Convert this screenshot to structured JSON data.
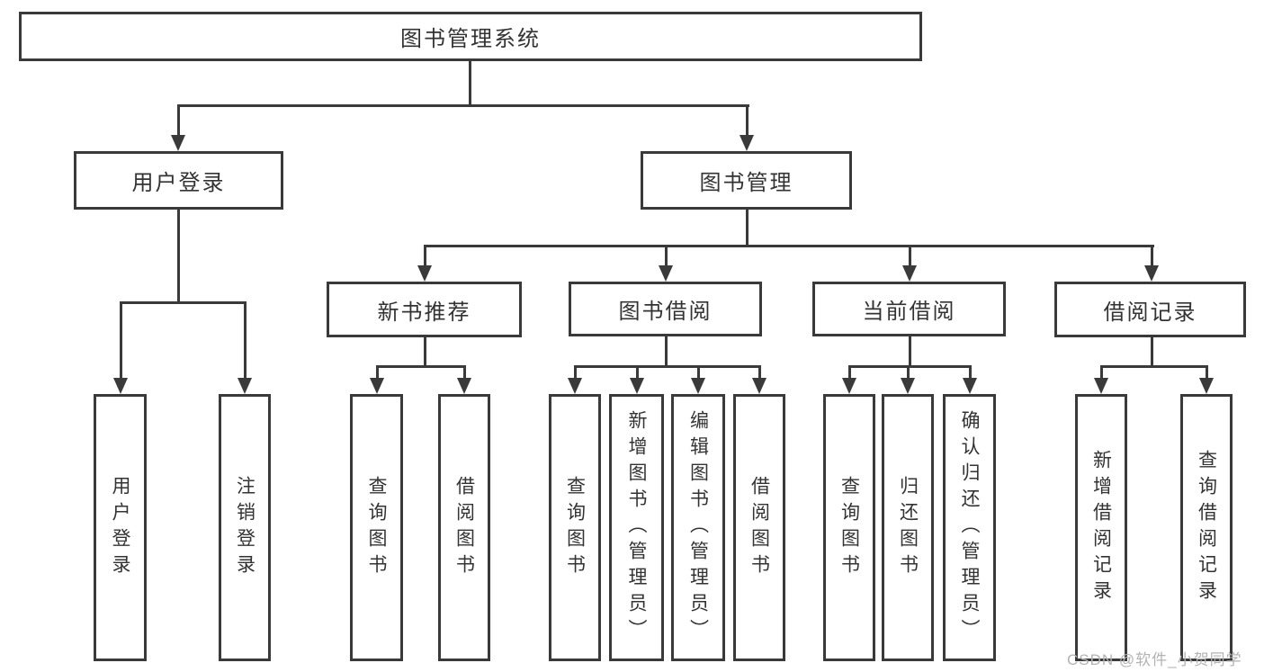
{
  "diagram": {
    "type": "function-structure-tree",
    "root": {
      "label": "图书管理系统",
      "children": [
        {
          "label": "用户登录",
          "children": [
            {
              "label": "用户登录"
            },
            {
              "label": "注销登录"
            }
          ]
        },
        {
          "label": "图书管理",
          "children": [
            {
              "label": "新书推荐",
              "children": [
                {
                  "label": "查询图书"
                },
                {
                  "label": "借阅图书"
                }
              ]
            },
            {
              "label": "图书借阅",
              "children": [
                {
                  "label": "查询图书"
                },
                {
                  "label": "新增图书（管理员）"
                },
                {
                  "label": "编辑图书（管理员）"
                },
                {
                  "label": "借阅图书"
                }
              ]
            },
            {
              "label": "当前借阅",
              "children": [
                {
                  "label": "查询图书"
                },
                {
                  "label": "归还图书"
                },
                {
                  "label": "确认归还（管理员）"
                }
              ]
            },
            {
              "label": "借阅记录",
              "children": [
                {
                  "label": "新增借阅记录"
                },
                {
                  "label": "查询借阅记录"
                }
              ]
            }
          ]
        }
      ]
    }
  },
  "watermark": {
    "text": "CSDN @软件_小贺同学",
    "color": "#b3b3b3"
  },
  "colors": {
    "line": "#3a3a3a",
    "text": "#333333",
    "background": "#ffffff"
  }
}
